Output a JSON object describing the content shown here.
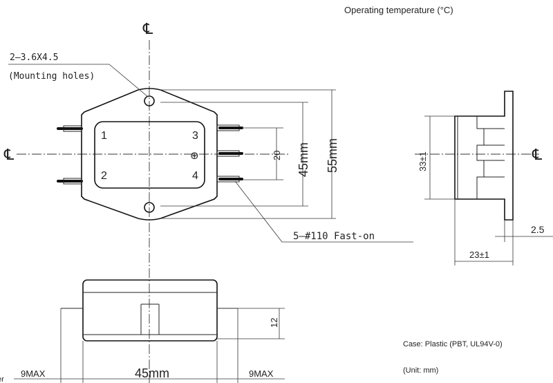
{
  "header": {
    "operating_temperature": "Operating temperature (°C)"
  },
  "front_view": {
    "centerline_symbol": "℄",
    "mounting_holes_label_1": "2–3.6X4.5",
    "mounting_holes_label_2": "(Mounting holes)",
    "terminal_1": "1",
    "terminal_2": "2",
    "terminal_3": "3",
    "terminal_4": "4",
    "ground_symbol": "⊕",
    "dim_20": "20",
    "dim_45": "45mm",
    "dim_55": "55mm",
    "fast_on_label": "5–#110 Fast-on"
  },
  "side_view": {
    "centerline_symbol": "℄",
    "dim_33": "33±1",
    "dim_2_5": "2.5",
    "dim_23": "23±1"
  },
  "bottom_view": {
    "dim_12": "12",
    "dim_9max_left": "9MAX",
    "dim_45": "45mm",
    "dim_9max_right": "9MAX",
    "partial_left": "er"
  },
  "notes": {
    "case": "Case: Plastic (PBT, UL94V-0)",
    "unit": "(Unit: mm)"
  }
}
